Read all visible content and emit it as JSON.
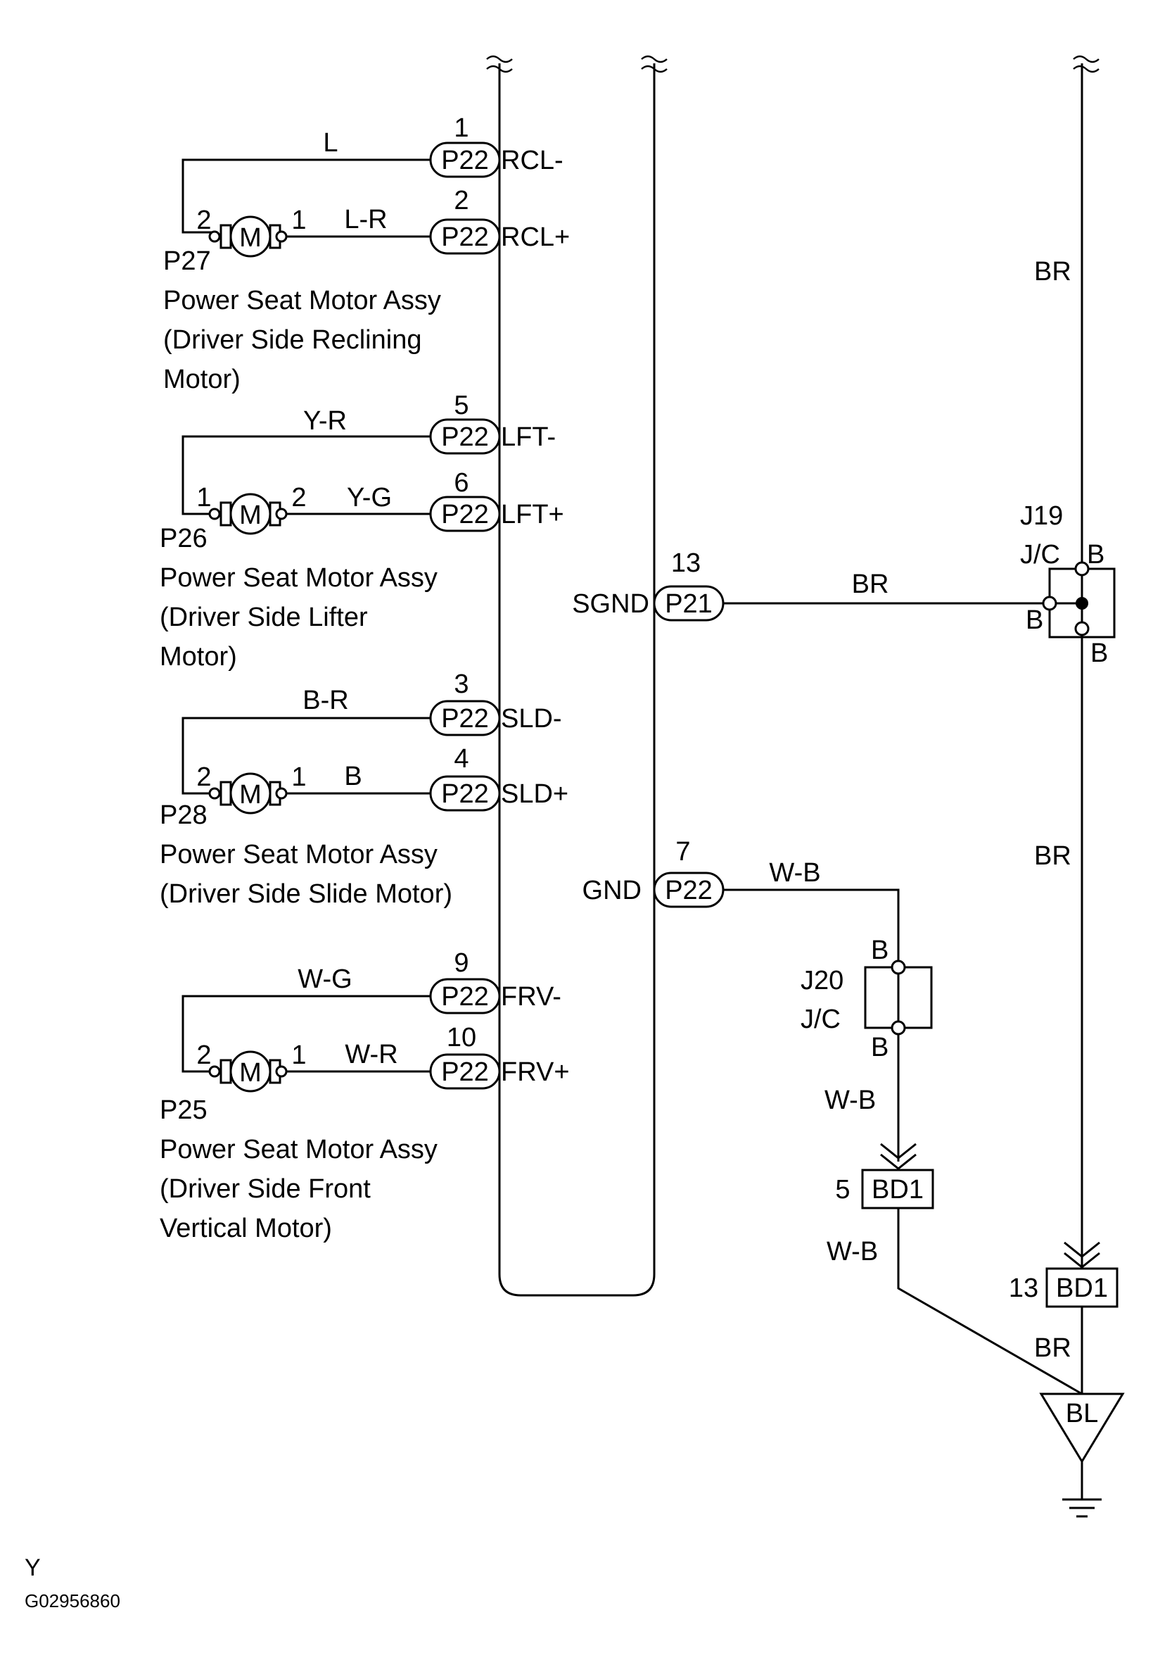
{
  "motors": [
    {
      "ref": "P27",
      "name_lines": [
        "Power Seat Motor Assy",
        "(Driver Side Reclining",
        "Motor)"
      ],
      "left_pin": "2",
      "right_pin": "1",
      "top_wire": "L",
      "bottom_wire": "L-R",
      "top_pin_no": "1",
      "bottom_pin_no": "2",
      "top_conn": "P22",
      "bottom_conn": "P22",
      "top_signal": "RCL-",
      "bottom_signal": "RCL+"
    },
    {
      "ref": "P26",
      "name_lines": [
        "Power Seat Motor Assy",
        "(Driver Side Lifter",
        "Motor)"
      ],
      "left_pin": "1",
      "right_pin": "2",
      "top_wire": "Y-R",
      "bottom_wire": "Y-G",
      "top_pin_no": "5",
      "bottom_pin_no": "6",
      "top_conn": "P22",
      "bottom_conn": "P22",
      "top_signal": "LFT-",
      "bottom_signal": "LFT+"
    },
    {
      "ref": "P28",
      "name_lines": [
        "Power Seat Motor Assy",
        "(Driver Side Slide Motor)"
      ],
      "left_pin": "2",
      "right_pin": "1",
      "top_wire": "B-R",
      "bottom_wire": "B",
      "top_pin_no": "3",
      "bottom_pin_no": "4",
      "top_conn": "P22",
      "bottom_conn": "P22",
      "top_signal": "SLD-",
      "bottom_signal": "SLD+"
    },
    {
      "ref": "P25",
      "name_lines": [
        "Power Seat Motor Assy",
        "(Driver Side Front",
        "Vertical Motor)"
      ],
      "left_pin": "2",
      "right_pin": "1",
      "top_wire": "W-G",
      "bottom_wire": "W-R",
      "top_pin_no": "9",
      "bottom_pin_no": "10",
      "top_conn": "P22",
      "bottom_conn": "P22",
      "top_signal": "FRV-",
      "bottom_signal": "FRV+"
    }
  ],
  "motor_symbol": "M",
  "sgnd": {
    "label": "SGND",
    "pin_no": "13",
    "conn": "P21",
    "wire": "BR"
  },
  "gnd": {
    "label": "GND",
    "pin_no": "7",
    "conn": "P22",
    "wire": "W-B"
  },
  "j19": {
    "ref": "J19",
    "type": "J/C",
    "pin_top": "B",
    "pin_left": "B",
    "pin_bottom": "B"
  },
  "j20": {
    "ref": "J20",
    "type": "J/C",
    "pin_top": "B",
    "pin_bottom": "B"
  },
  "right_wire_upper": "BR",
  "right_wire_middle": "BR",
  "right_wire_lower": "BR",
  "wb_below_j20": "W-B",
  "wb_below_bd1": "W-B",
  "bd1_a": {
    "pin": "5",
    "conn": "BD1"
  },
  "bd1_b": {
    "pin": "13",
    "conn": "BD1"
  },
  "ground": {
    "label": "BL"
  },
  "footer": {
    "code_y": "Y",
    "code_id": "G02956860"
  }
}
